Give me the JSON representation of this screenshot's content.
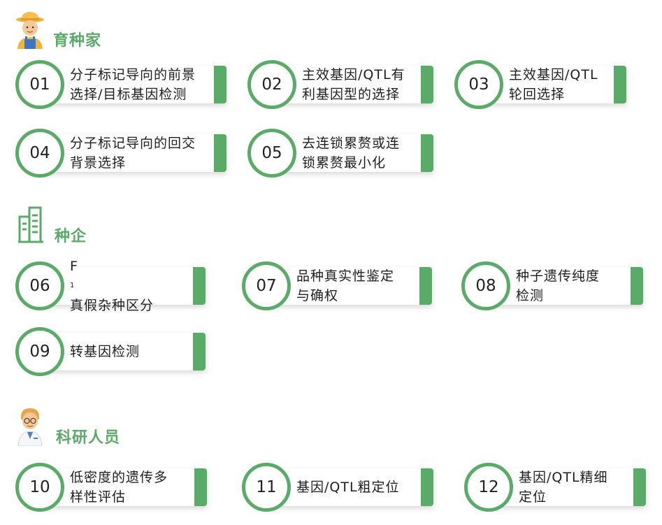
{
  "sections": [
    {
      "title": "育种家",
      "icon": "farmer-icon",
      "items": [
        {
          "num": "01",
          "line1": "分子标记导向的前景",
          "line2": "选择/目标基因检测"
        },
        {
          "num": "02",
          "line1": "主效基因/QTL有",
          "line2": "利基因型的选择"
        },
        {
          "num": "03",
          "line1": "主效基因/QTL",
          "line2": "轮回选择"
        },
        {
          "num": "04",
          "line1": "分子标记导向的回交",
          "line2": "背景选择"
        },
        {
          "num": "05",
          "line1": "去连锁累赘或连",
          "line2": "锁累赘最小化"
        }
      ]
    },
    {
      "title": "种企",
      "icon": "building-icon",
      "items": [
        {
          "num": "06",
          "prefix": "F",
          "sub": "1",
          "line1": "真假杂种区分"
        },
        {
          "num": "07",
          "line1": "品种真实性鉴定",
          "line2": "与确权"
        },
        {
          "num": "08",
          "line1": "种子遗传纯度",
          "line2": "检测"
        },
        {
          "num": "09",
          "line1": "转基因检测"
        }
      ]
    },
    {
      "title": "科研人员",
      "icon": "researcher-icon",
      "items": [
        {
          "num": "10",
          "line1": "低密度的遗传多",
          "line2": "样性评估"
        },
        {
          "num": "11",
          "line1": "基因/QTL粗定位"
        },
        {
          "num": "12",
          "line1": "基因/QTL精细",
          "line2": "定位"
        }
      ]
    }
  ],
  "colors": {
    "accent": "#5aab68",
    "text": "#1e1e1e"
  }
}
